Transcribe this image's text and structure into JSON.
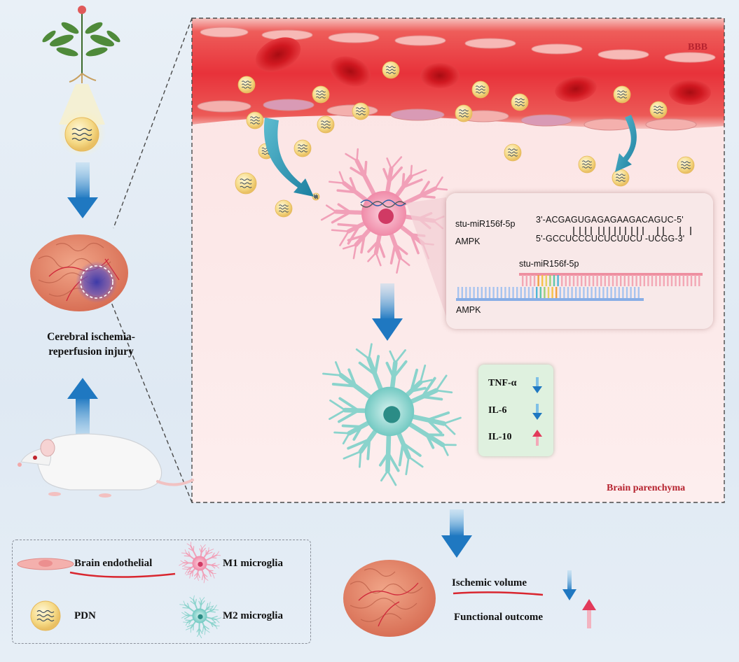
{
  "labels": {
    "bbb": "BBB",
    "brain_parenchyma": "Brain parenchyma",
    "injury": "Cerebral ischemia-reperfusion injury"
  },
  "sequence": {
    "mirna_name": "stu-miR156f-5p",
    "mirna_seq": "3'-ACGAGUGAGAGAAGACAGUC-5'",
    "target_name": "AMPK",
    "target_seq": "5'-GCCUCCCUCUCUUCU -UCGG-3'",
    "duplex_top_label": "stu-miR156f-5p",
    "duplex_bottom_label": "AMPK"
  },
  "cytokines": [
    {
      "name": "TNF-α",
      "direction": "down"
    },
    {
      "name": "IL-6",
      "direction": "down"
    },
    {
      "name": "IL-10",
      "direction": "up"
    }
  ],
  "legend": {
    "endothelial": "Brain endothelial",
    "m1": "M1 microglia",
    "pdn": "PDN",
    "m2": "M2 microglia"
  },
  "outcomes": [
    {
      "label": "Ischemic volume",
      "direction": "down"
    },
    {
      "label": "Functional outcome",
      "direction": "up"
    }
  ],
  "colors": {
    "vessel": "#e8323a",
    "rbc": "#c8141c",
    "m1": "#f08aa8",
    "m2": "#6cc7c0",
    "arrow_down": "#2a86c8",
    "arrow_up": "#e23a5a",
    "label_red": "#b6232f"
  }
}
